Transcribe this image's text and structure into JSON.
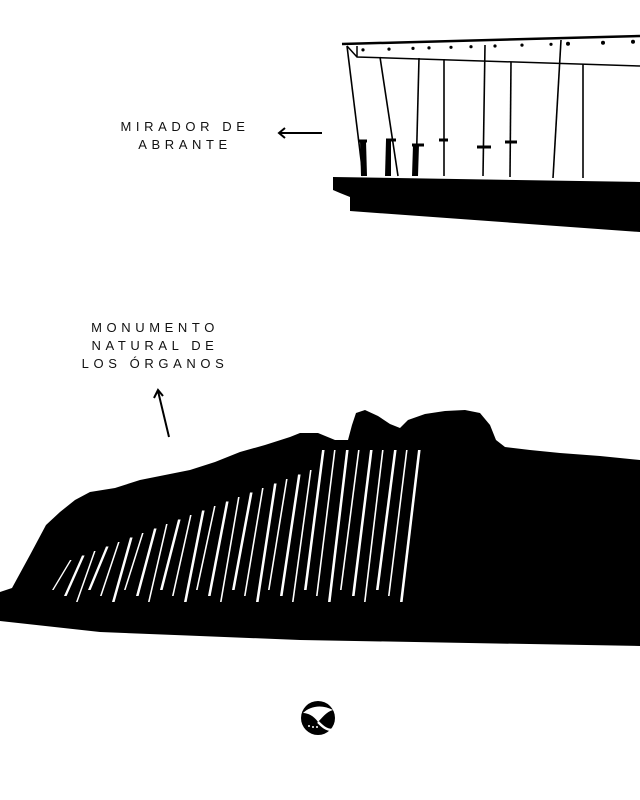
{
  "labels": {
    "mirador": {
      "lines": [
        "MIRADOR DE",
        "ABRANTE"
      ]
    },
    "monumento": {
      "lines": [
        "MONUMENTO",
        "NATURAL DE",
        "LOS ÓRGANOS"
      ]
    }
  },
  "icons": {
    "arrow_left": "arrow-left-icon",
    "arrow_up": "arrow-up-icon",
    "logo": "logo-icon"
  },
  "colors": {
    "ink": "#000000",
    "background": "#ffffff"
  }
}
